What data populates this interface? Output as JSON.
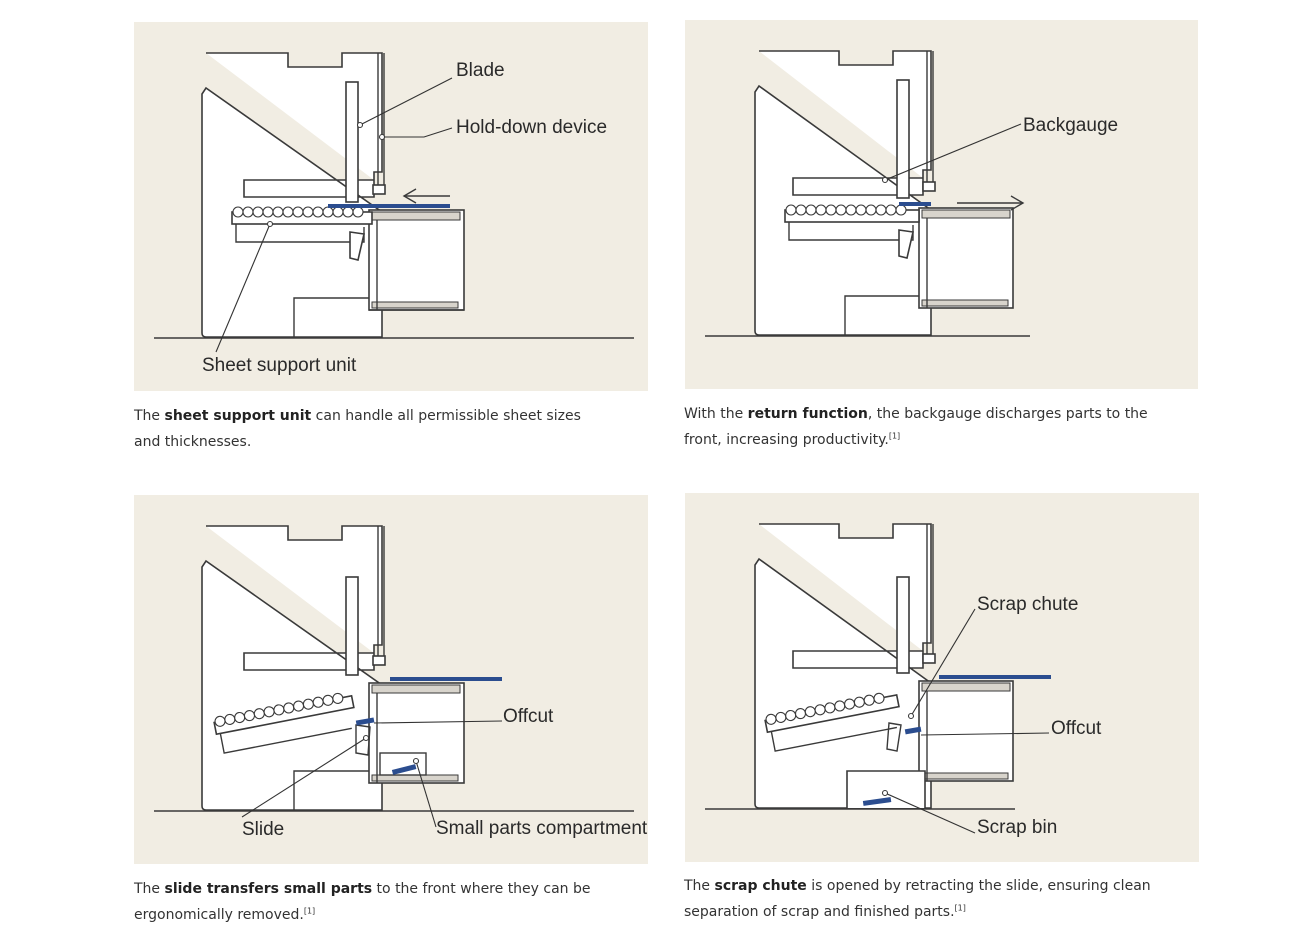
{
  "panels": [
    {
      "labels": {
        "blade": "Blade",
        "hold_down": "Hold-down device",
        "sheet_support": "Sheet support unit"
      },
      "caption": {
        "pre": "The ",
        "bold": "sheet support unit",
        "post": " can handle all permissible sheet sizes and thicknesses.",
        "note": ""
      }
    },
    {
      "labels": {
        "backgauge": "Backgauge"
      },
      "caption": {
        "pre": "With the ",
        "bold": "return function",
        "post": ", the backgauge discharges parts to the front, increasing productivity.",
        "note": "[1]"
      }
    },
    {
      "labels": {
        "offcut": "Offcut",
        "slide": "Slide",
        "small_parts": "Small parts compartment"
      },
      "caption": {
        "pre": "The ",
        "bold": "slide transfers small parts",
        "post": " to the front where they can be ergonomically removed.",
        "note": "[1]"
      }
    },
    {
      "labels": {
        "scrap_chute": "Scrap chute",
        "offcut": "Offcut",
        "scrap_bin": "Scrap bin"
      },
      "caption": {
        "pre": "The ",
        "bold": "scrap chute",
        "post": " is opened by retracting the slide, ensuring clean separation of scrap and finished parts.",
        "note": "[1]"
      }
    }
  ],
  "colors": {
    "panel_bg": "#f1ede3",
    "sheet_blue": "#2b4d8f",
    "line": "#3a3a3a"
  }
}
